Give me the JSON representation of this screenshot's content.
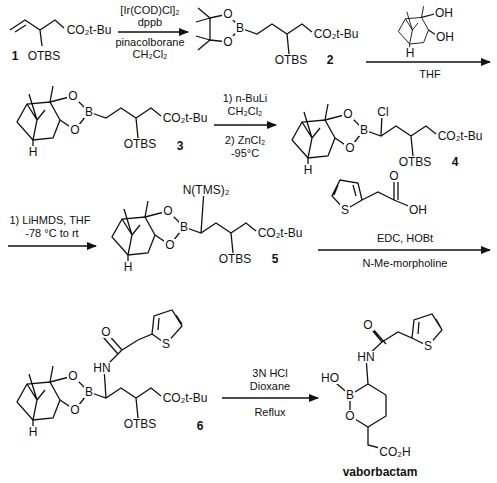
{
  "diagram": {
    "labels": [
      "CO₂t-Bu",
      "OTBS",
      "1",
      "[Ir(COD)Cl]₂",
      "dppb",
      "pinacolborane",
      "CH₂Cl₂",
      "O",
      "B",
      "O",
      "CO₂t-Bu",
      "OTBS",
      "2",
      "OH",
      "OH",
      "H",
      "THF",
      "O",
      "B",
      "O",
      "H",
      "CO₂t-Bu",
      "OTBS",
      "3",
      "1) n-BuLi",
      "CH₂Cl₂",
      "2) ZnCl₂",
      "-95°C",
      "Cl",
      "O",
      "B",
      "O",
      "H",
      "CO₂t-Bu",
      "OTBS",
      "4",
      "1) LiHMDS, THF",
      "-78 °C to rt",
      "N(TMS)₂",
      "O",
      "B",
      "O",
      "H",
      "CO₂t-Bu",
      "OTBS",
      "5",
      "S",
      "O",
      "OH",
      "EDC, HOBt",
      "N-Me-morpholine",
      "O",
      "S",
      "HN",
      "O",
      "B",
      "O",
      "H",
      "CO₂t-Bu",
      "OTBS",
      "6",
      "3N HCl",
      "Dioxane",
      "Reflux",
      "O",
      "S",
      "HO",
      "HN",
      "B",
      "O",
      "CO₂H",
      "vaborbactam"
    ]
  }
}
